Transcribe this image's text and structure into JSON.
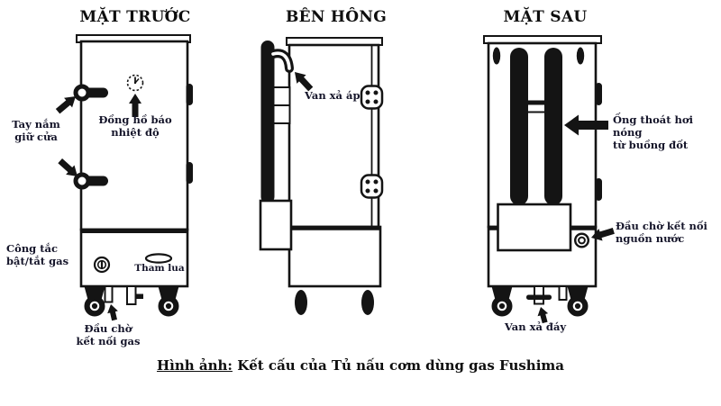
{
  "figure": {
    "caption": {
      "prefix": "Hình ảnh:",
      "text": "Kết cấu của Tủ nấu cơm dùng gas Fushima"
    },
    "colors": {
      "line": "#141414",
      "label_text": "#15152a",
      "background": "#ffffff"
    },
    "views": {
      "front": {
        "title": "MẶT TRƯỚC",
        "labels": {
          "door_handle": "Tay nắm\ngiữ cửa",
          "temp_gauge": "Đồng hồ báo\nnhiệt độ",
          "gas_switch": "Công tắc\nbật/tắt gas",
          "flame_check": "Tham lua",
          "gas_connector": "Đầu chờ\nkết nối gas"
        }
      },
      "side": {
        "title": "BÊN HÔNG",
        "labels": {
          "pressure_relief_valve": "Van xả áp"
        }
      },
      "rear": {
        "title": "MẶT SAU",
        "labels": {
          "hot_air_duct": "Ống thoát hơi nóng\ntừ buồng đốt",
          "water_connector": "Đầu chờ kết nối\nnguồn nước",
          "bottom_drain_valve": "Van xả đáy"
        }
      }
    }
  }
}
